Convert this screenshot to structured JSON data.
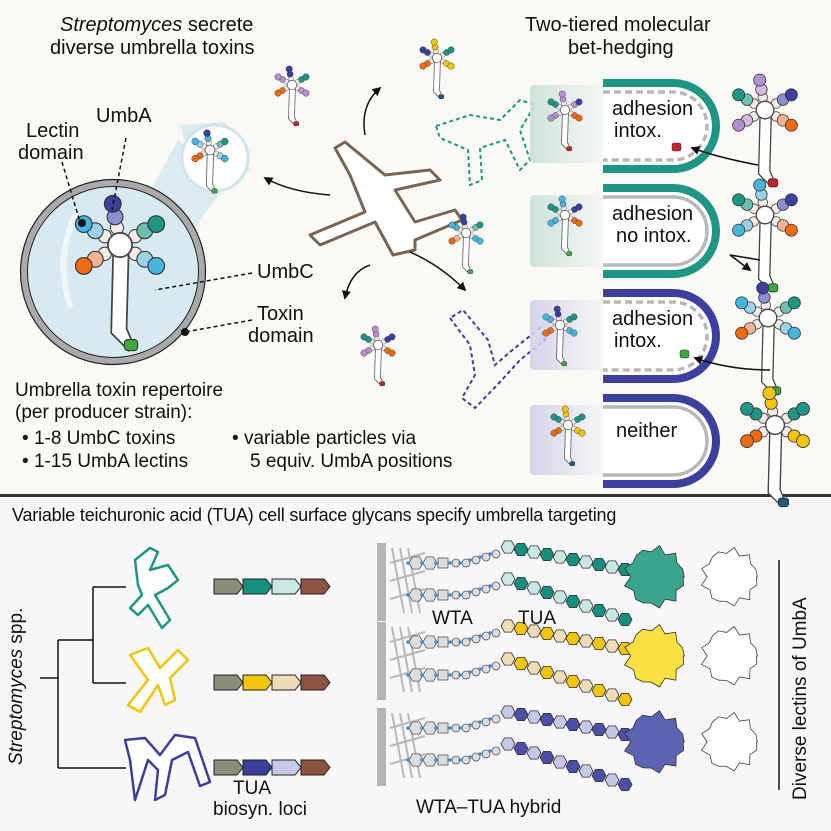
{
  "top_panel": {
    "left_title": {
      "italic": "Streptomyces",
      "rest": " secrete",
      "line2": "diverse umbrella toxins"
    },
    "right_title": {
      "line1": "Two-tiered molecular",
      "line2": "bet-hedging"
    },
    "labels": {
      "umba": "UmbA",
      "lectin_line1": "Lectin",
      "lectin_line2": "domain",
      "umbc": "UmbC",
      "toxin_line1": "Toxin",
      "toxin_line2": "domain"
    },
    "repertoire": {
      "line1": "Umbrella toxin repertoire",
      "line2": "(per producer strain):",
      "bullets_left": [
        "1-8 UmbC toxins",
        "1-15 UmbA lectins"
      ],
      "bullets_right": [
        "variable particles via",
        "5 equiv. UmbA positions"
      ]
    },
    "target_cells": [
      {
        "line1": "adhesion",
        "line2": "intox.",
        "color": "#1e9683",
        "membrane": "dashed"
      },
      {
        "line1": "adhesion",
        "line2": "no intox.",
        "color": "#1e9683",
        "membrane": "solid"
      },
      {
        "line1": "adhesion",
        "line2": "intox.",
        "color": "#3c3f9c",
        "membrane": "dashed"
      },
      {
        "line1": "neither",
        "line2": "",
        "color": "#3c3f9c",
        "membrane": "solid"
      }
    ]
  },
  "bottom_panel": {
    "title": "Variable teichuronic acid (TUA) cell surface glycans specify umbrella targeting",
    "tree_label": {
      "italic": "Streptomyces",
      "rest": " spp."
    },
    "strains": [
      {
        "color": "#1e9683",
        "genes": [
          "#8a8d78",
          "#15907f",
          "#c9e8e4",
          "#8c5440"
        ],
        "tua_dark": "#15907f",
        "tua_light": "#c9e8e4",
        "lectin": "#3aa58f"
      },
      {
        "color": "#f2c40a",
        "genes": [
          "#8a8d78",
          "#f2c40a",
          "#ecdcb8",
          "#8c5440"
        ],
        "tua_dark": "#f2c40a",
        "tua_light": "#ecdcb8",
        "lectin": "#f7e040"
      },
      {
        "color": "#3c3f9c",
        "genes": [
          "#8a8d78",
          "#3c3f9c",
          "#c5c8e6",
          "#8c5440"
        ],
        "tua_dark": "#4a4fa8",
        "tua_light": "#c5c8e6",
        "lectin": "#5d63b3"
      }
    ],
    "loci_label": {
      "line1": "TUA",
      "line2": "biosyn. loci"
    },
    "wta_label": "WTA",
    "tua_label": "TUA",
    "hybrid_label": "WTA–TUA hybrid",
    "lectins_label": "Diverse lectins of UmbA"
  },
  "colors": {
    "producer": "#7a6555",
    "bubble": "#d6e8f0",
    "teal": "#1e9683",
    "blue": "#3c3f9c",
    "yellow": "#f2c40a",
    "gray_membrane": "#b8b8b8"
  }
}
